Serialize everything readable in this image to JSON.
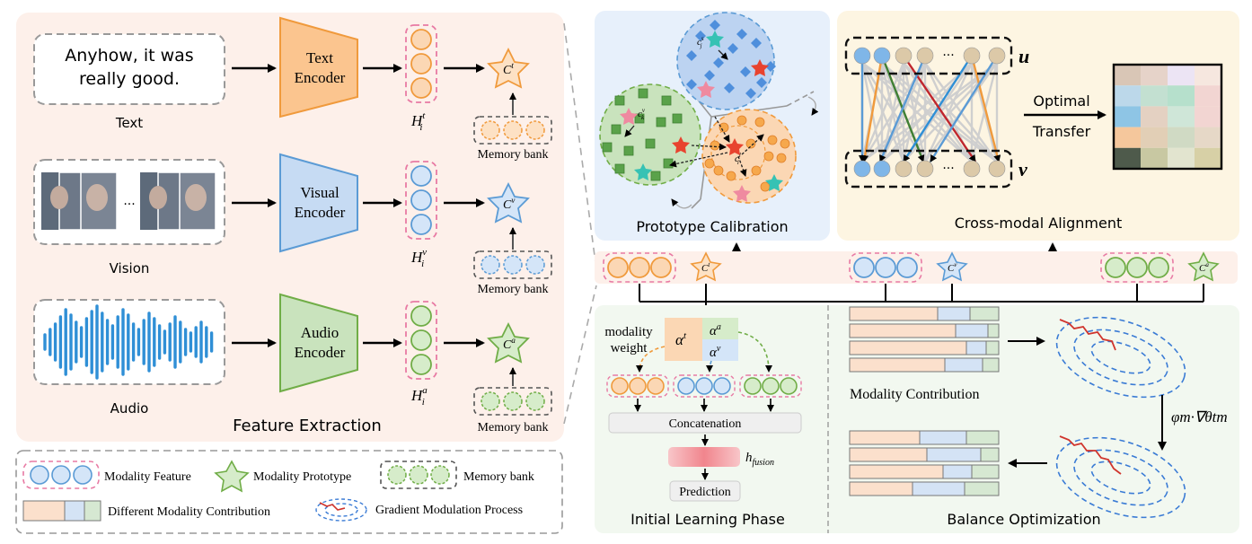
{
  "colors": {
    "text_blue": "#f6a84c",
    "visual_blue": "#5b9bd5",
    "audio_green": "#70ad47",
    "pink_dash": "#e87aa4",
    "panel_peach": "#fdf0ea",
    "panel_blue": "#e7f0fb",
    "panel_yellow": "#fdf5e2",
    "panel_green": "#f2f8f0",
    "bar_peach": "#fbe0cc",
    "bar_blue": "#d4e3f5",
    "bar_green": "#d6e8d2"
  },
  "feature_extraction": {
    "title": "Feature Extraction",
    "text_input": "Anyhow, it was\nreally good.",
    "text_label": "Text",
    "vision_label": "Vision",
    "audio_label": "Audio",
    "text_encoder": "Text\nEncoder",
    "visual_encoder": "Visual\nEncoder",
    "audio_encoder": "Audio\nEncoder",
    "h_text": "H",
    "h_text_sup": "t",
    "h_visual": "H",
    "h_visual_sup": "v",
    "h_audio": "H",
    "h_audio_sup": "a",
    "h_sub": "i",
    "proto_text": "C",
    "proto_text_sup": "t",
    "proto_visual": "C",
    "proto_visual_sup": "v",
    "proto_audio": "C",
    "proto_audio_sup": "a",
    "memory_bank": "Memory bank",
    "ellipsis": "···"
  },
  "legend": {
    "modality_feature": "Modality Feature",
    "modality_prototype": "Modality Prototype",
    "memory_bank": "Memory bank",
    "different_contribution": "Different Modality Contribution",
    "gradient_modulation": "Gradient Modulation Process"
  },
  "prototype_calibration": {
    "title": "Prototype Calibration",
    "c_j_s": "c",
    "c_k_v": "c",
    "c_i_l": "c"
  },
  "cross_modal_alignment": {
    "title": "Cross-modal Alignment",
    "u_label": "u",
    "v_label": "v",
    "optimal_transfer": "Optimal\nTransfer",
    "ellipsis": "···"
  },
  "initial_learning": {
    "title": "Initial Learning Phase",
    "modality_weight": "modality\nweight",
    "alpha_t": "α",
    "alpha_a": "α",
    "alpha_v": "α",
    "concatenation": "Concatenation",
    "h_fusion": "h",
    "h_fusion_sub": "fusion",
    "prediction": "Prediction"
  },
  "balance_optimization": {
    "title": "Balance Optimization",
    "modality_contribution": "Modality Contribution",
    "formula": "φm·∇θtm"
  }
}
